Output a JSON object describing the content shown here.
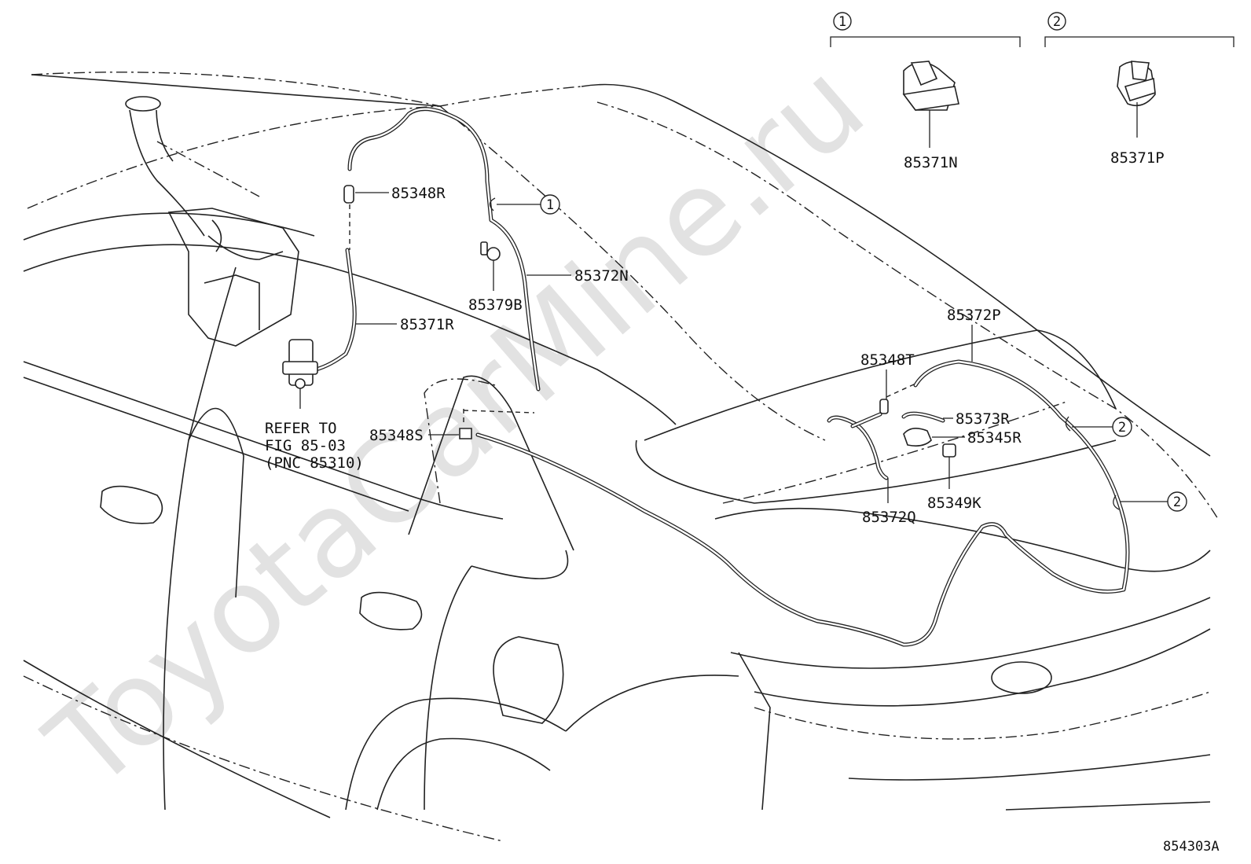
{
  "watermark": "ToyotaCarMine.ru",
  "diagram_code": "854303A",
  "groups": [
    {
      "number": "1",
      "part": "85371N"
    },
    {
      "number": "2",
      "part": "85371P"
    }
  ],
  "parts": {
    "p85348R": "85348R",
    "p85372N": "85372N",
    "p85379B": "85379B",
    "p85371R": "85371R",
    "p85348S": "85348S",
    "p85372P": "85372P",
    "p85348T": "85348T",
    "p85373R": "85373R",
    "p85345R": "85345R",
    "p85349K": "85349K",
    "p85372Q": "85372Q"
  },
  "refer_note": [
    "REFER TO",
    "FIG 85-03",
    "(PNC 85310)"
  ],
  "callouts": [
    "1",
    "2",
    "2"
  ]
}
